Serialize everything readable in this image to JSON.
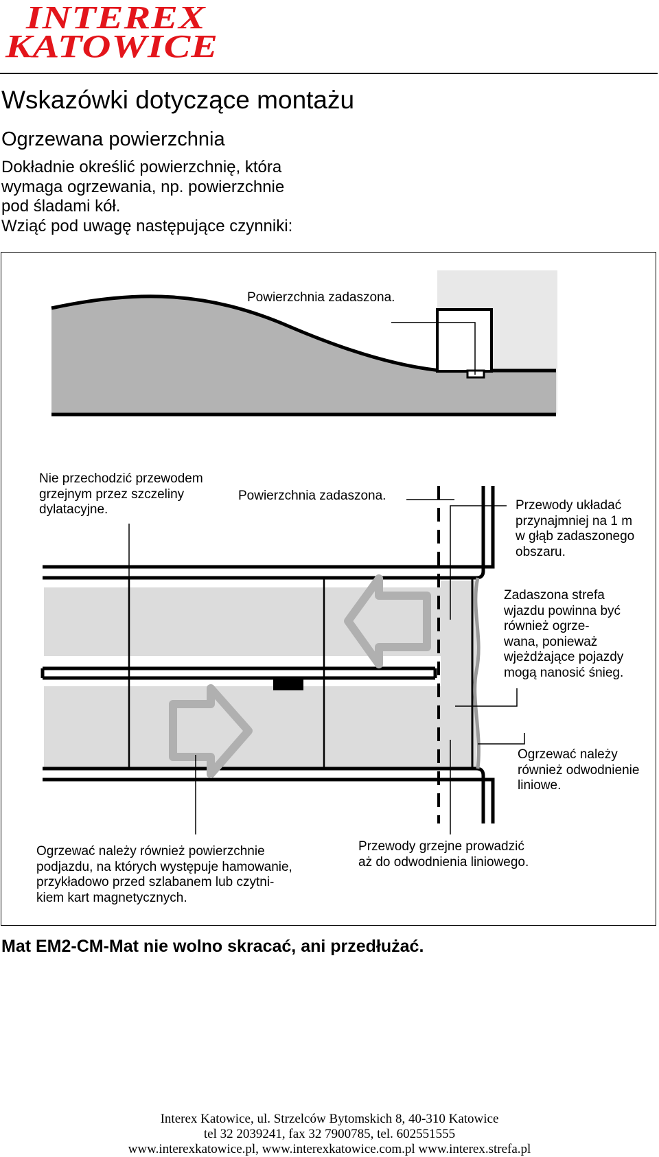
{
  "logo": {
    "line1": "INTEREX",
    "line2": "KATOWICE"
  },
  "page_title": "Wskazówki dotyczące montażu",
  "section_title": "Ogrzewana powierzchnia",
  "intro_lines": [
    "Dokładnie określić powierzchnię, która",
    "wymaga ogrzewania, np. powierzchnie",
    "pod śladami kół.",
    "Wziąć pod uwagę następujące czynniki:"
  ],
  "figure": {
    "top_label": "Powierzchnia zadaszona.",
    "expansion_joint": [
      "Nie przechodzić przewodem",
      "grzejnym przez szczeliny",
      "dylatacyjne."
    ],
    "roofed_label": "Powierzchnia zadaszona.",
    "cables_depth": [
      "Przewody układać",
      "przynajmniej na 1 m",
      "w głąb zadaszonego",
      "obszaru."
    ],
    "entry_zone": [
      "Zadaszona strefa",
      "wjazdu powinna być",
      "również ogrze-",
      "wana, ponieważ",
      "wjeżdżające pojazdy",
      "mogą nanosić śnieg."
    ],
    "drain_heat": [
      "Ogrzewać należy",
      "również odwodnienie",
      "liniowe."
    ],
    "braking": [
      "Ogrzewać należy również powierzchnie",
      "podjazdu, na których występuje hamowanie,",
      "przykładowo przed szlabanem lub czytni-",
      "kiem kart magnetycznych."
    ],
    "to_drain": [
      "Przewody grzejne prowadzić",
      "aż do odwodnienia liniowego."
    ]
  },
  "warning": "Mat EM2-CM-Mat nie wolno skracać, ani przedłużać.",
  "footer_lines": [
    "Interex Katowice, ul. Strzelców Bytomskich 8, 40-310 Katowice",
    "tel 32 2039241, fax 32 7900785, tel. 602551555",
    "www.interexkatowice.pl, www.interexkatowice.com.pl www.interex.strefa.pl"
  ],
  "colors": {
    "logo_red": "#e3151b",
    "surface_gray": "#b3b3b3",
    "light_gray": "#e0e0e0",
    "arrow_gray": "#b0b0b0"
  }
}
